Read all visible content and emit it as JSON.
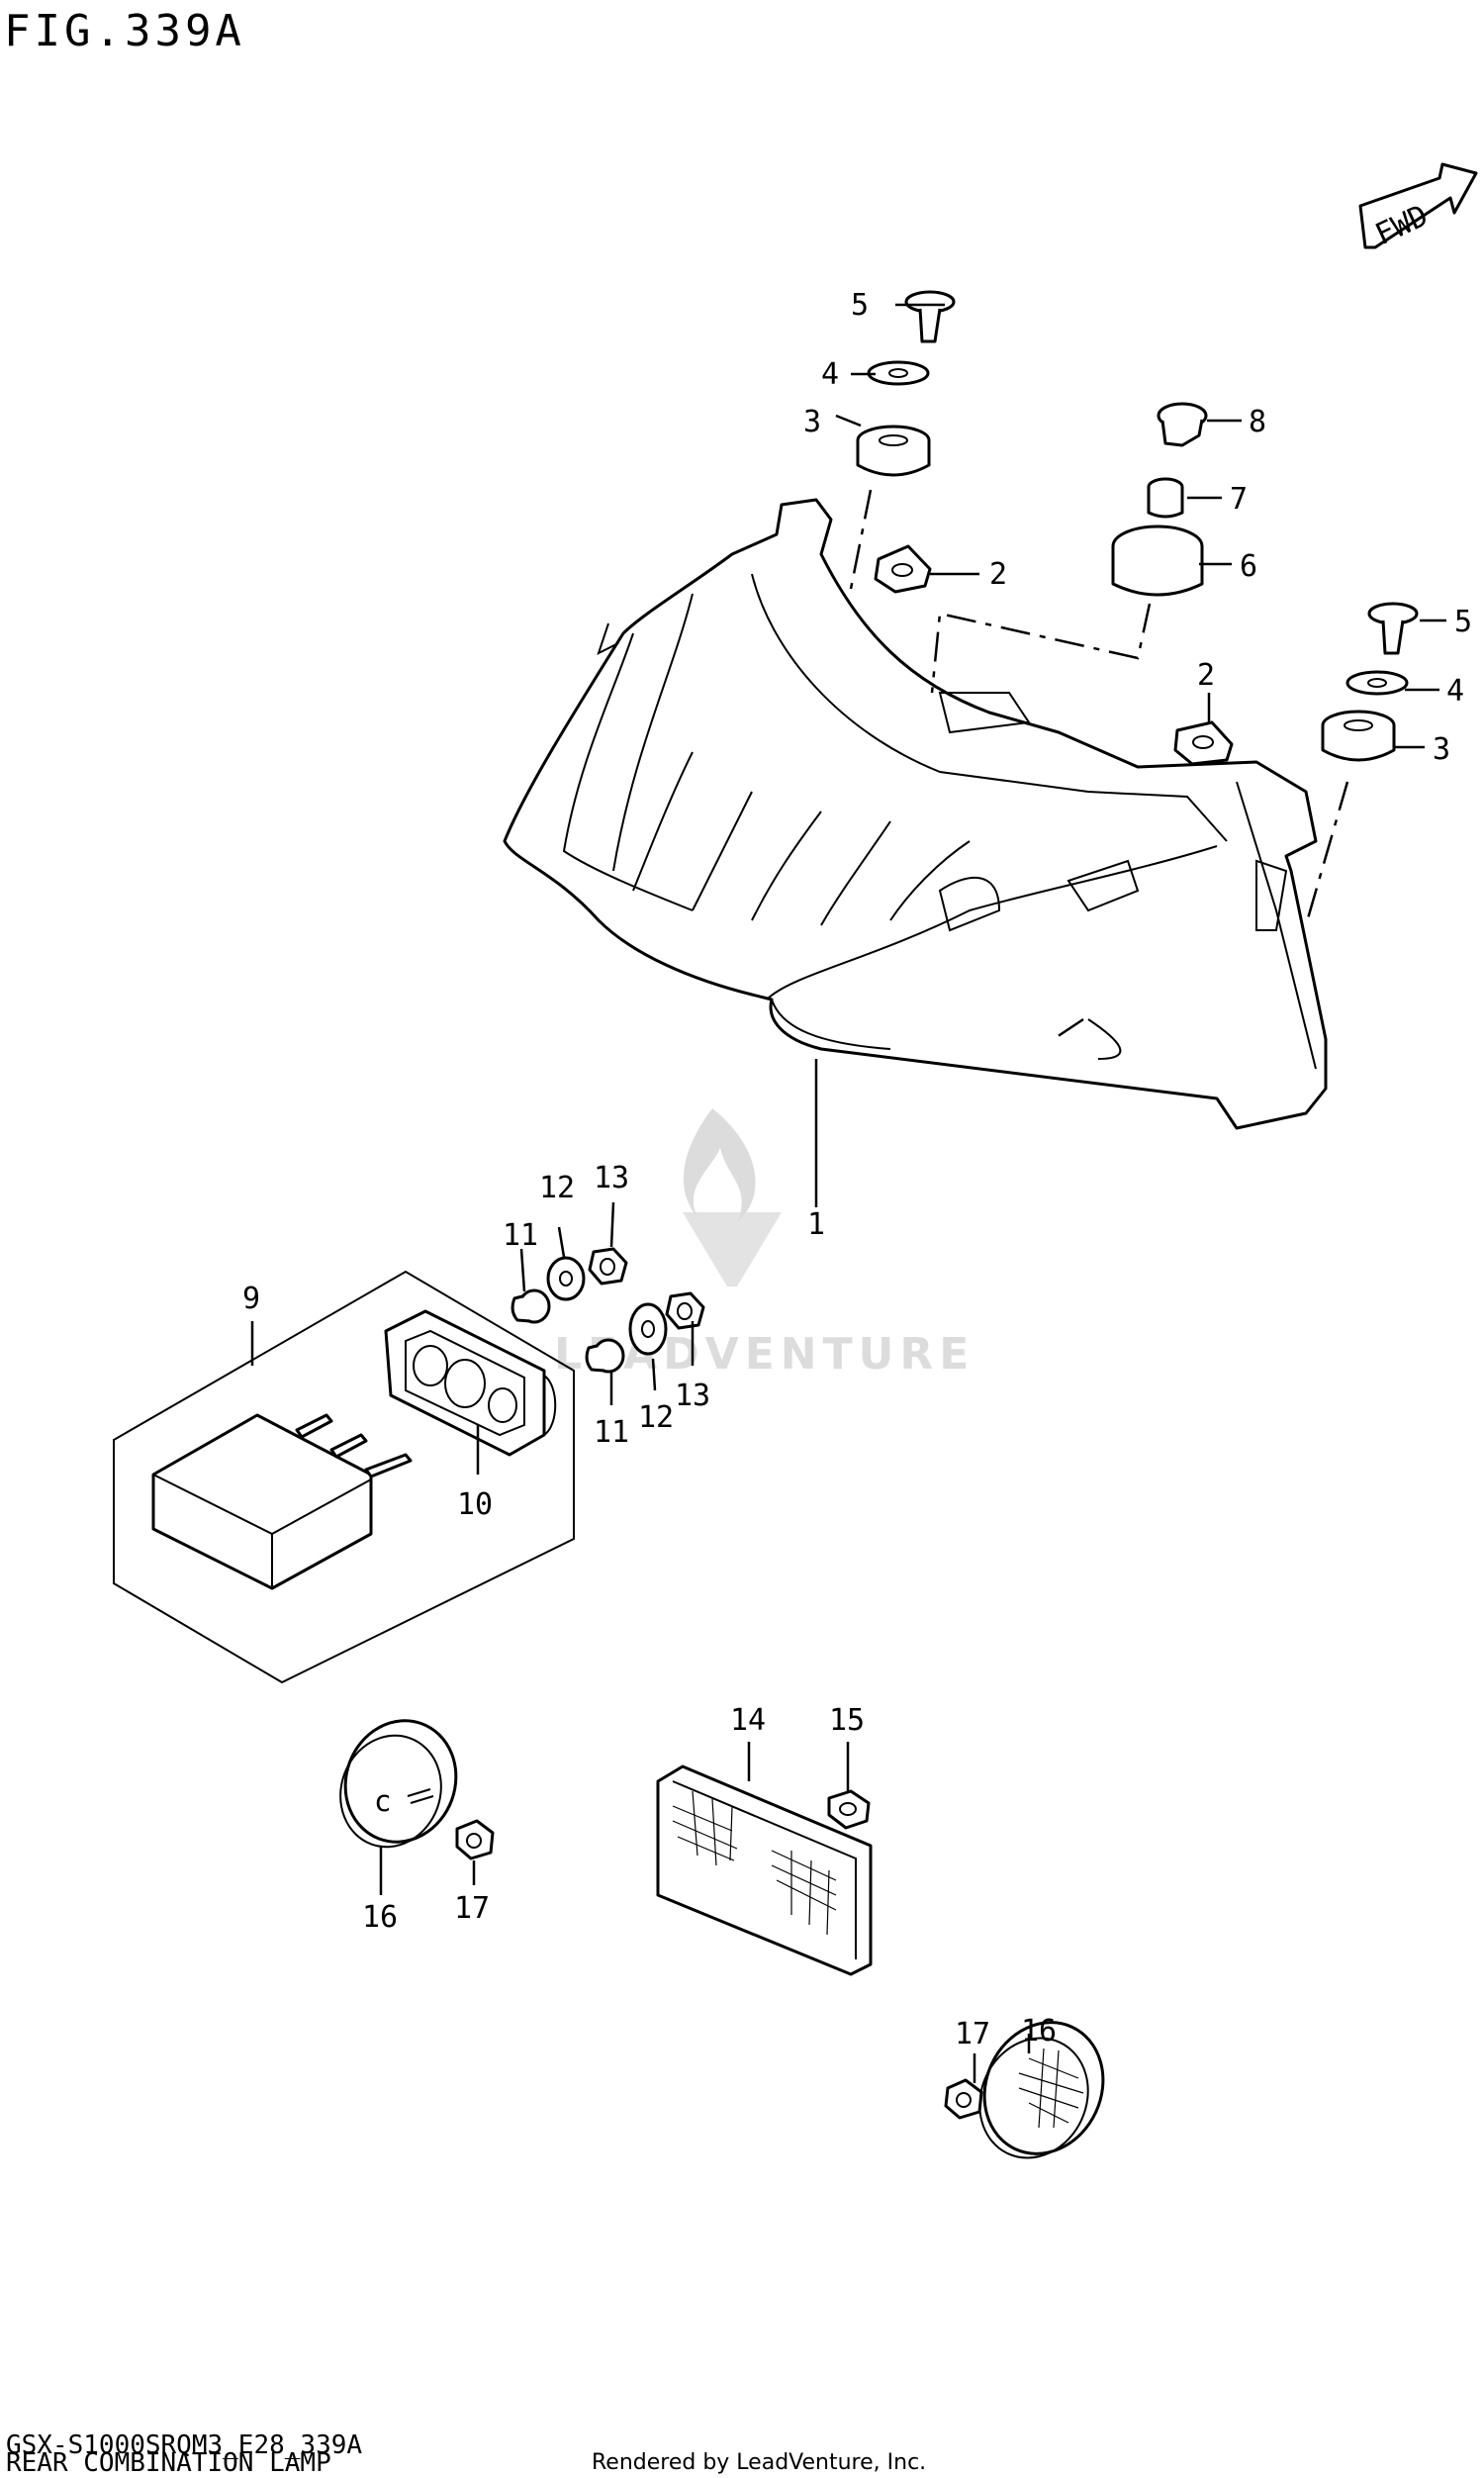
{
  "figure": {
    "title": "FIG.339A"
  },
  "direction_tag": {
    "label": "FWD"
  },
  "callouts": [
    {
      "id": "c-5a",
      "text": "5"
    },
    {
      "id": "c-4a",
      "text": "4"
    },
    {
      "id": "c-3a",
      "text": "3"
    },
    {
      "id": "c-8",
      "text": "8"
    },
    {
      "id": "c-7",
      "text": "7"
    },
    {
      "id": "c-6",
      "text": "6"
    },
    {
      "id": "c-2a",
      "text": "2"
    },
    {
      "id": "c-5b",
      "text": "5"
    },
    {
      "id": "c-4b",
      "text": "4"
    },
    {
      "id": "c-2b",
      "text": "2"
    },
    {
      "id": "c-3b",
      "text": "3"
    },
    {
      "id": "c-1",
      "text": "1"
    },
    {
      "id": "c-12a",
      "text": "12"
    },
    {
      "id": "c-13a",
      "text": "13"
    },
    {
      "id": "c-11a",
      "text": "11"
    },
    {
      "id": "c-9",
      "text": "9"
    },
    {
      "id": "c-13b",
      "text": "13"
    },
    {
      "id": "c-11b",
      "text": "11"
    },
    {
      "id": "c-12b",
      "text": "12"
    },
    {
      "id": "c-10",
      "text": "10"
    },
    {
      "id": "c-14",
      "text": "14"
    },
    {
      "id": "c-15",
      "text": "15"
    },
    {
      "id": "c-16a",
      "text": "16"
    },
    {
      "id": "c-17a",
      "text": "17"
    },
    {
      "id": "c-17b",
      "text": "17"
    },
    {
      "id": "c-16b",
      "text": "16"
    }
  ],
  "watermark": {
    "text": "LEADVENTURE"
  },
  "footer": {
    "model_code": "GSX-S1000SRQM3_E28_339A",
    "section_title": "REAR COMBINATION LAMP",
    "credit": "Rendered by LeadVenture, Inc."
  }
}
